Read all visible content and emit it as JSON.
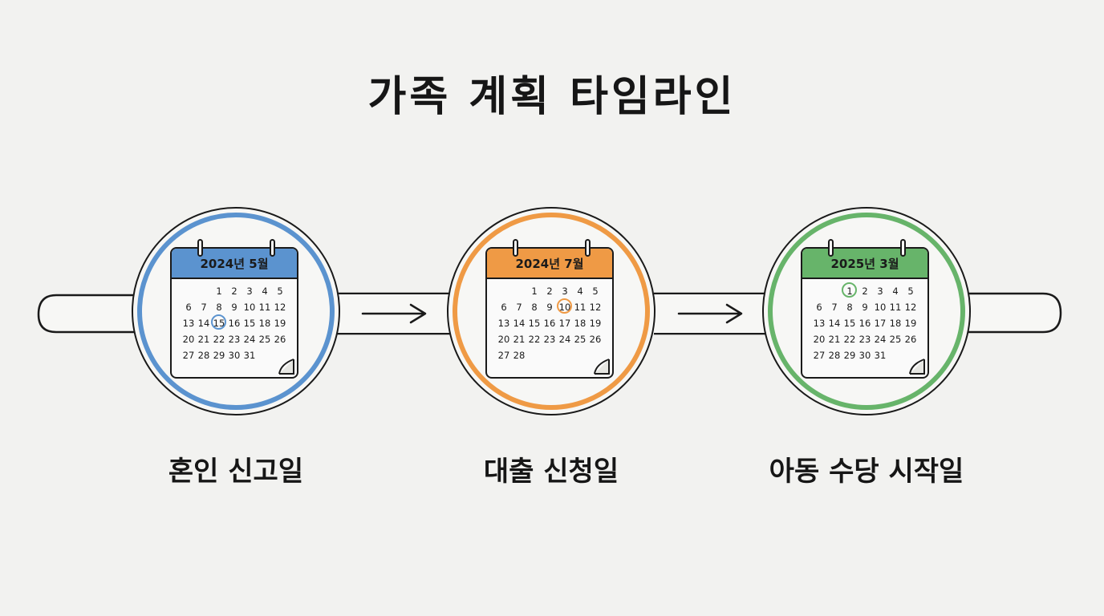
{
  "title": "가족 계획 타임라인",
  "colors": {
    "blue": "#5b93cf",
    "orange": "#ef9a45",
    "green": "#67b46a",
    "ink": "#1a1a1a",
    "background": "#f2f2f0"
  },
  "events": [
    {
      "label": "혼인 신고일",
      "calendar": {
        "header": "2024년 5월",
        "color": "#5b93cf",
        "marked_day": "15",
        "rows": [
          [
            "",
            "",
            "",
            "1",
            "2",
            "3",
            "4",
            "5"
          ],
          [
            "6",
            "7",
            "8",
            "9",
            "10",
            "11",
            "12"
          ],
          [
            "13",
            "14",
            "15",
            "16",
            "15",
            "18",
            "19"
          ],
          [
            "20",
            "21",
            "22",
            "23",
            "24",
            "25",
            "26"
          ],
          [
            "27",
            "28",
            "29",
            "30",
            "31",
            "",
            ""
          ]
        ]
      }
    },
    {
      "label": "대출 신청일",
      "calendar": {
        "header": "2024년 7월",
        "color": "#ef9a45",
        "marked_day": "10",
        "rows": [
          [
            "",
            "",
            "",
            "1",
            "2",
            "3",
            "4",
            "5"
          ],
          [
            "6",
            "7",
            "8",
            "9",
            "10",
            "11",
            "12"
          ],
          [
            "13",
            "14",
            "15",
            "16",
            "17",
            "18",
            "19"
          ],
          [
            "20",
            "21",
            "22",
            "23",
            "24",
            "25",
            "26"
          ],
          [
            "27",
            "28",
            "",
            "",
            "",
            "",
            ""
          ]
        ]
      }
    },
    {
      "label": "아동 수당 시작일",
      "calendar": {
        "header": "2025년 3월",
        "color": "#67b46a",
        "marked_day": "1",
        "rows": [
          [
            "",
            "",
            "",
            "1",
            "2",
            "3",
            "4",
            "5"
          ],
          [
            "6",
            "7",
            "8",
            "9",
            "10",
            "11",
            "12"
          ],
          [
            "13",
            "14",
            "15",
            "16",
            "17",
            "18",
            "19"
          ],
          [
            "20",
            "21",
            "22",
            "23",
            "24",
            "25",
            "26"
          ],
          [
            "27",
            "28",
            "29",
            "30",
            "31",
            "",
            ""
          ]
        ]
      }
    }
  ]
}
